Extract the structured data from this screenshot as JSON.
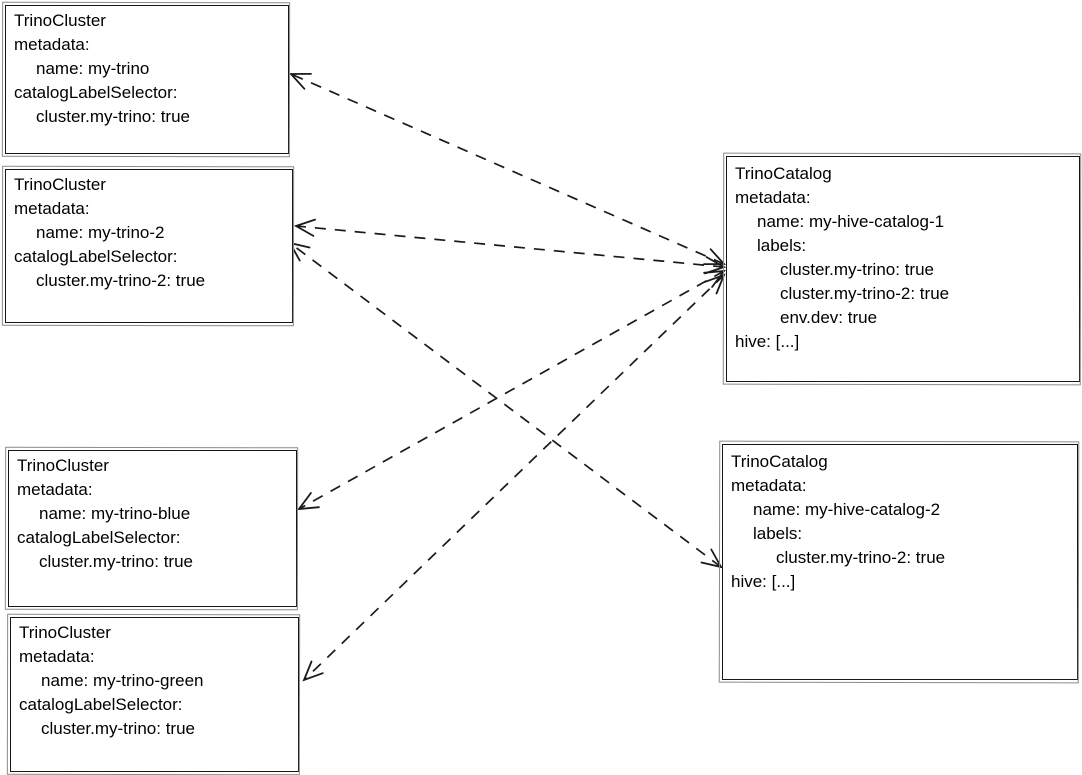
{
  "diagram": {
    "background_color": "#ffffff",
    "stroke_color": "#1a1a1a",
    "nodes": [
      {
        "id": "trino-cluster-my-trino",
        "lines": [
          {
            "text": "TrinoCluster",
            "indent": 0
          },
          {
            "text": "metadata:",
            "indent": 0
          },
          {
            "text": "name: my-trino",
            "indent": 1
          },
          {
            "text": "catalogLabelSelector:",
            "indent": 0
          },
          {
            "text": "cluster.my-trino: true",
            "indent": 1
          }
        ]
      },
      {
        "id": "trino-cluster-my-trino-2",
        "lines": [
          {
            "text": "TrinoCluster",
            "indent": 0
          },
          {
            "text": "metadata:",
            "indent": 0
          },
          {
            "text": "name: my-trino-2",
            "indent": 1
          },
          {
            "text": "catalogLabelSelector:",
            "indent": 0
          },
          {
            "text": "cluster.my-trino-2: true",
            "indent": 1
          }
        ]
      },
      {
        "id": "trino-cluster-my-trino-blue",
        "lines": [
          {
            "text": "TrinoCluster",
            "indent": 0
          },
          {
            "text": "metadata:",
            "indent": 0
          },
          {
            "text": "name: my-trino-blue",
            "indent": 1
          },
          {
            "text": "catalogLabelSelector:",
            "indent": 0
          },
          {
            "text": "cluster.my-trino: true",
            "indent": 1
          }
        ]
      },
      {
        "id": "trino-cluster-my-trino-green",
        "lines": [
          {
            "text": "TrinoCluster",
            "indent": 0
          },
          {
            "text": "metadata:",
            "indent": 0
          },
          {
            "text": "name: my-trino-green",
            "indent": 1
          },
          {
            "text": "catalogLabelSelector:",
            "indent": 0
          },
          {
            "text": "cluster.my-trino: true",
            "indent": 1
          }
        ]
      },
      {
        "id": "trino-catalog-my-hive-catalog-1",
        "lines": [
          {
            "text": "TrinoCatalog",
            "indent": 0
          },
          {
            "text": "metadata:",
            "indent": 0
          },
          {
            "text": "name: my-hive-catalog-1",
            "indent": 1
          },
          {
            "text": "labels:",
            "indent": 1
          },
          {
            "text": "cluster.my-trino: true",
            "indent": 2
          },
          {
            "text": "cluster.my-trino-2: true",
            "indent": 2
          },
          {
            "text": "env.dev: true",
            "indent": 2
          },
          {
            "text": "hive: [...]",
            "indent": 0
          }
        ]
      },
      {
        "id": "trino-catalog-my-hive-catalog-2",
        "lines": [
          {
            "text": "TrinoCatalog",
            "indent": 0
          },
          {
            "text": "metadata:",
            "indent": 0
          },
          {
            "text": "name: my-hive-catalog-2",
            "indent": 1
          },
          {
            "text": "labels:",
            "indent": 1
          },
          {
            "text": "cluster.my-trino-2: true",
            "indent": 2
          },
          {
            "text": "hive: [...]",
            "indent": 0
          }
        ]
      }
    ],
    "edges": [
      {
        "from": "trino-catalog-my-hive-catalog-1",
        "to": "trino-cluster-my-trino",
        "style": "dashed",
        "arrowheads": "both"
      },
      {
        "from": "trino-catalog-my-hive-catalog-1",
        "to": "trino-cluster-my-trino-2",
        "style": "dashed",
        "arrowheads": "both"
      },
      {
        "from": "trino-catalog-my-hive-catalog-1",
        "to": "trino-cluster-my-trino-blue",
        "style": "dashed",
        "arrowheads": "both"
      },
      {
        "from": "trino-catalog-my-hive-catalog-1",
        "to": "trino-cluster-my-trino-green",
        "style": "dashed",
        "arrowheads": "both"
      },
      {
        "from": "trino-catalog-my-hive-catalog-2",
        "to": "trino-cluster-my-trino-2",
        "style": "dashed",
        "arrowheads": "both"
      }
    ]
  }
}
